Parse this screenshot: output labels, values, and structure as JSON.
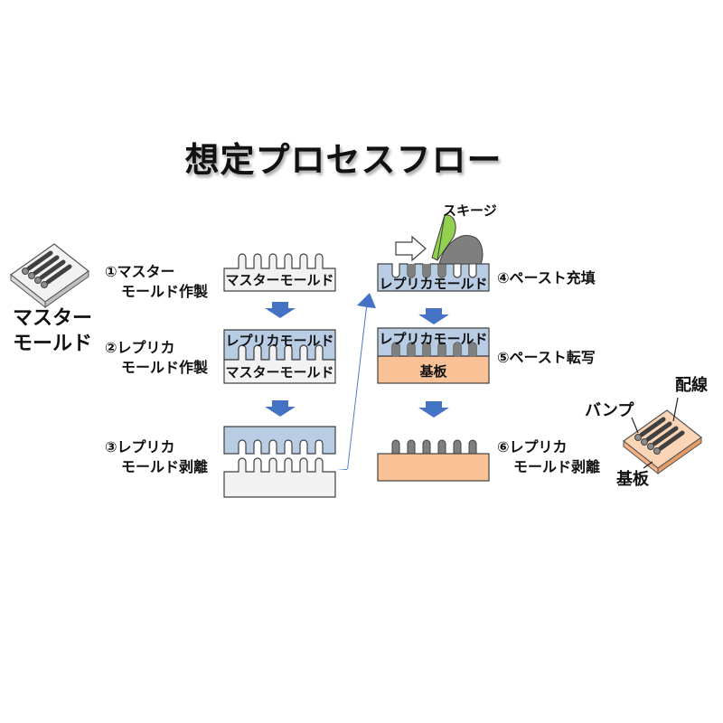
{
  "title": "想定プロセスフロー",
  "left_label": [
    "マスター",
    "モールド"
  ],
  "steps": [
    {
      "label": [
        "①マスター",
        "モールド作製"
      ]
    },
    {
      "label": [
        "②レプリカ",
        "モールド作製"
      ]
    },
    {
      "label": [
        "③レプリカ",
        "モールド剥離"
      ]
    },
    {
      "label": [
        "④ペースト充填"
      ]
    },
    {
      "label": [
        "⑤ペースト転写"
      ]
    },
    {
      "label": [
        "⑥レプリカ",
        "モールド剥離"
      ]
    }
  ],
  "block_labels": {
    "master_mold": "マスターモールド",
    "replica_mold": "レプリカモールド",
    "substrate": "基板"
  },
  "squeegee": "スキージ",
  "right_labels": {
    "wiring": "配線",
    "bump": "バンプ",
    "substrate": "基板"
  },
  "colors": {
    "replica": "#b8cce4",
    "master": "#f2f2f2",
    "substrate": "#f8c196",
    "arrow": "#4472c4",
    "paste": "#7f7f7f",
    "squeegee": "#92d050"
  }
}
